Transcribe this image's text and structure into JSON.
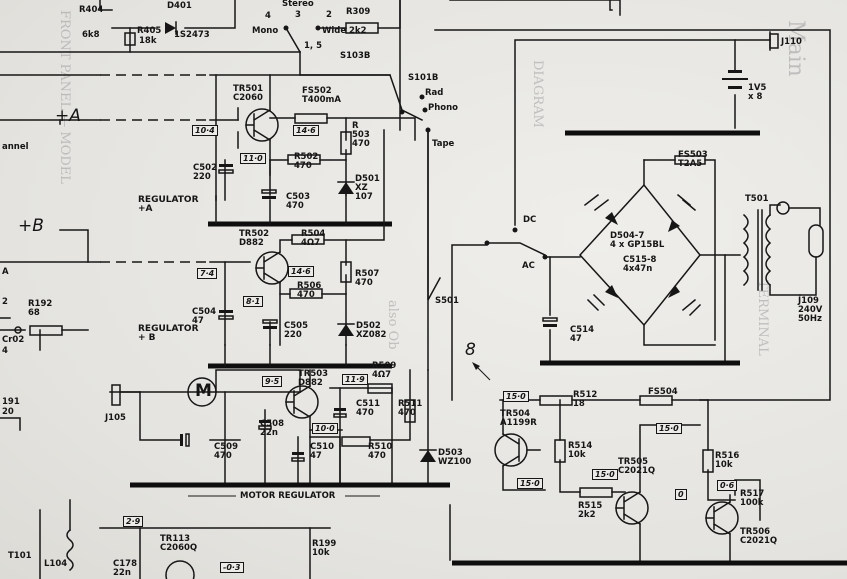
{
  "title_strip": {
    "motor_regulator": "MOTOR REGULATOR"
  },
  "rails": {
    "plus_a": "+A",
    "plus_b": "+B",
    "regulator_a": "REGULATOR\n+A",
    "regulator_b": "REGULATOR\n+ B",
    "a_cut": "A",
    "b_cut": "2"
  },
  "switches": {
    "stereo": "Stereo",
    "num4": "4",
    "num2": "2",
    "num3": "3",
    "mono": "Mono",
    "wide": "Wide",
    "num15": "1, 5",
    "s103b": "S103B",
    "s101b": "S101B",
    "rad": "Rad",
    "phono": "Phono",
    "tape": "Tape",
    "s501": "S501",
    "dc": "DC",
    "ac": "AC",
    "eight": "8"
  },
  "components": {
    "r404": "R404",
    "r404v": "6k8",
    "d401": "D401",
    "d401v": "1S2473",
    "r405": "R405",
    "r405v": "18k",
    "r309": "R309",
    "r309v": "2k2",
    "tr501": "TR501\nC2060",
    "fs502": "FS502\nT400mA",
    "r503": "R\n503\n470",
    "c502": "C502\n220",
    "r502": "R502\n470",
    "d501": "D501\nXZ\n107",
    "c503": "C503\n470",
    "tr502": "TR502\nD882",
    "r504": "R504\n4Ω7",
    "r507": "R507\n470",
    "r506": "R506\n470",
    "c504": "C504\n47",
    "c505": "C505\n220",
    "d502": "D502\nXZ082",
    "tr503": "TR503\nD882",
    "r509": "R509\n4Ω7",
    "c511": "C511\n470",
    "r511": "R511\n470",
    "c509": "C509\n470",
    "c508": "C508\n22n",
    "c510": "C510\n47",
    "r510": "R510\n470",
    "d503": "D503\nWZ100",
    "j105": "J105",
    "motor": "M",
    "r192": "R192\n68",
    "cr02": "Cr02",
    "num4b": "4",
    "num191": "191",
    "num20": "20",
    "j110": "J110",
    "battery": "1V5\nx 8",
    "fs503": "FS503\nT2A5",
    "d504": "D504-7\n4 x GP15BL",
    "c515": "C515-8\n4x47n",
    "t501": "T501",
    "j109": "J109\n240V\n50Hz",
    "c514": "C514\n47",
    "tr504": "TR504\nA1199R",
    "r512": "R512\n18",
    "fs504": "FS504",
    "r514": "R514\n10k",
    "tr505": "TR505\nC2021Q",
    "r515": "R515\n2k2",
    "r516": "R516\n10k",
    "r517": "R517\n100k",
    "tr506": "TR506\nC2021Q",
    "t101": "T101",
    "l104": "L104",
    "c178": "C178\n22n",
    "tr113": "TR113\nC2060Q",
    "r199": "R199\n10k"
  },
  "voltages": {
    "v1": "10·4",
    "v2": "14·6",
    "v3": "11·0",
    "v4": "7·4",
    "v5": "14·6",
    "v6": "8·1",
    "v7": "9·5",
    "v8": "11·9",
    "v9": "10·0",
    "v10": "15·0",
    "v11": "15·0",
    "v12": "15·0",
    "v13": "15·0",
    "v14": "0",
    "v15": "0·6",
    "v16": "2·9",
    "v17": "-0·3"
  },
  "show_through": {
    "a": "FRONT PANEL — MODEL",
    "b": "Main",
    "c": "also Ob",
    "d": "DIAGRAM",
    "e": "TERMINAL",
    "f": "annel"
  }
}
